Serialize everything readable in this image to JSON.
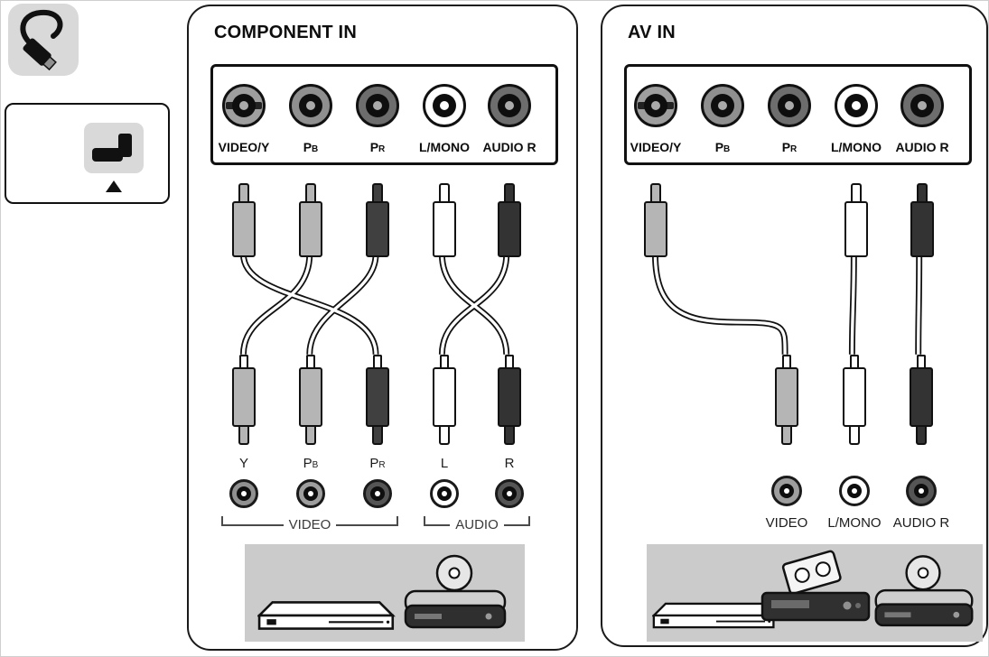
{
  "legend": {
    "cable_icon": "cable-plug",
    "port_icon": "rear-port-connector"
  },
  "component_panel": {
    "title": "COMPONENT IN",
    "port_labels": [
      {
        "main": "VIDEO/Y",
        "sub": ""
      },
      {
        "main": "P",
        "sub": "B"
      },
      {
        "main": "P",
        "sub": "R"
      },
      {
        "main": "L/MONO",
        "sub": ""
      },
      {
        "main": "AUDIO R",
        "sub": ""
      }
    ],
    "port_colors": [
      "#9e9e9e",
      "#8f8f8f",
      "#6d6d6d",
      "#ffffff",
      "#6d6d6d"
    ],
    "port_dot_colors": [
      "#aaaaaa",
      "#aaaaaa",
      "#aaaaaa",
      "#ffffff",
      "#aaaaaa"
    ],
    "plug_colors_top": [
      "#b5b5b5",
      "#b5b5b5",
      "#404040",
      "#ffffff",
      "#333333"
    ],
    "plug_colors_bottom": [
      "#b5b5b5",
      "#b5b5b5",
      "#404040",
      "#ffffff",
      "#333333"
    ],
    "device_port_labels": [
      {
        "main": "Y",
        "sub": ""
      },
      {
        "main": "P",
        "sub": "B"
      },
      {
        "main": "P",
        "sub": "R"
      },
      {
        "main": "L",
        "sub": ""
      },
      {
        "main": "R",
        "sub": ""
      }
    ],
    "device_port_colors": [
      "#909090",
      "#9e9e9e",
      "#555555",
      "#ffffff",
      "#555555"
    ],
    "group_video": "VIDEO",
    "group_audio": "AUDIO"
  },
  "av_panel": {
    "title": "AV IN",
    "port_labels": [
      {
        "main": "VIDEO/Y",
        "sub": ""
      },
      {
        "main": "P",
        "sub": "B"
      },
      {
        "main": "P",
        "sub": "R"
      },
      {
        "main": "L/MONO",
        "sub": ""
      },
      {
        "main": "AUDIO R",
        "sub": ""
      }
    ],
    "port_colors": [
      "#9e9e9e",
      "#8f8f8f",
      "#6d6d6d",
      "#ffffff",
      "#6d6d6d"
    ],
    "port_dot_colors": [
      "#aaaaaa",
      "#aaaaaa",
      "#aaaaaa",
      "#ffffff",
      "#aaaaaa"
    ],
    "plug_colors_top": [
      "#b5b5b5",
      "#ffffff",
      "#333333"
    ],
    "plug_colors_bottom": [
      "#b5b5b5",
      "#ffffff",
      "#333333"
    ],
    "device_port_labels": [
      {
        "main": "VIDEO",
        "sub": ""
      },
      {
        "main": "L/MONO",
        "sub": ""
      },
      {
        "main": "AUDIO R",
        "sub": ""
      }
    ],
    "device_port_colors": [
      "#9e9e9e",
      "#ffffff",
      "#555555"
    ]
  }
}
